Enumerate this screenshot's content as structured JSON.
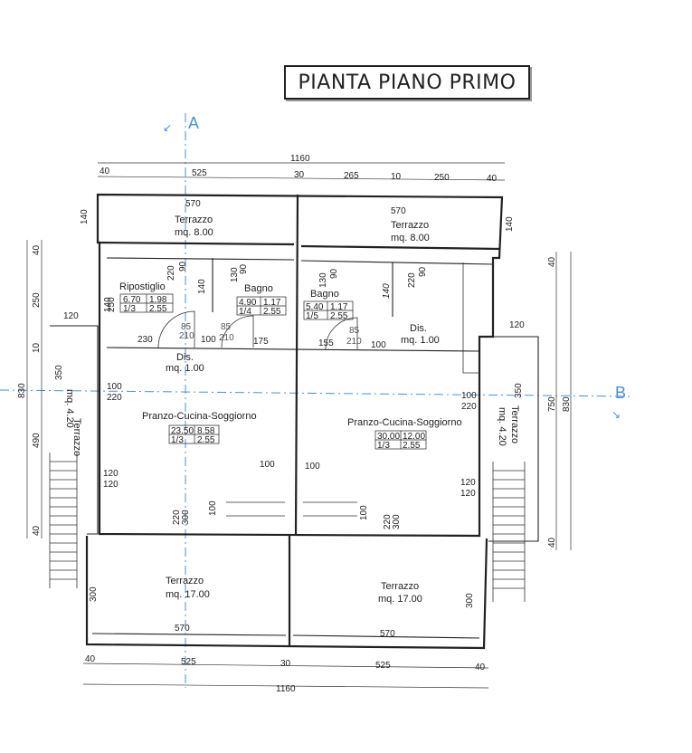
{
  "title": "PIANTA PIANO PRIMO",
  "sections": {
    "a": "A",
    "b": "B"
  },
  "overall_width": "1160",
  "overall_height": "830",
  "top_dims": [
    "40",
    "525",
    "30",
    "265",
    "10",
    "250",
    "40"
  ],
  "bottom_dims": [
    "40",
    "525",
    "30",
    "525",
    "40"
  ],
  "left_dims": [
    "40",
    "250",
    "10",
    "490",
    "40"
  ],
  "right_dims": [
    "40",
    "750",
    "40"
  ],
  "rooms": {
    "terrazzo_top_left": {
      "name": "Terrazzo",
      "area": "mq. 8.00",
      "width": "570",
      "depth": "140"
    },
    "terrazzo_top_right": {
      "name": "Terrazzo",
      "area": "mq. 8.00",
      "width": "570",
      "depth": "140"
    },
    "ripostiglio": {
      "name": "Ripostiglio",
      "t1": "6.70",
      "t2": "1.98",
      "t3": "1/3",
      "t4": "2.55",
      "w": "250",
      "d": "140"
    },
    "bagno_left": {
      "name": "Bagno",
      "t1": "4.90",
      "t2": "1.17",
      "t3": "1/4",
      "t4": "2.55"
    },
    "bagno_right": {
      "name": "Bagno",
      "t1": "5.40",
      "t2": "1.17",
      "t3": "1/5",
      "t4": "2.55",
      "d": "140"
    },
    "dis_left": {
      "name": "Dis.",
      "area": "mq. 1.00"
    },
    "dis_right": {
      "name": "Dis.",
      "area": "mq. 1.00"
    },
    "pcs_left": {
      "name": "Pranzo-Cucina-Soggiorno",
      "t1": "23.50",
      "t2": "8.58",
      "t3": "1/3",
      "t4": "2.55"
    },
    "pcs_right": {
      "name": "Pranzo-Cucina-Soggiorno",
      "t1": "30.00",
      "t2": "12.00",
      "t3": "1/3",
      "t4": "2.55"
    },
    "terrazzo_side_left": {
      "name": "Terrazzo",
      "area": "mq. 4.20",
      "depth": "350"
    },
    "terrazzo_side_right": {
      "name": "Terrazzo",
      "area": "mq. 4.20",
      "depth": "350"
    },
    "terrazzo_bottom_left": {
      "name": "Terrazzo",
      "area": "mq. 17.00",
      "width": "570",
      "depth": "300"
    },
    "terrazzo_bottom_right": {
      "name": "Terrazzo",
      "area": "mq. 17.00",
      "width": "570",
      "depth": "300"
    }
  },
  "openings": {
    "d90_220": [
      "90",
      "220"
    ],
    "d90_130": [
      "90",
      "130"
    ],
    "d85_210": [
      "85",
      "210"
    ],
    "d100_220": [
      "100",
      "220"
    ],
    "d120_120": [
      "120",
      "120"
    ],
    "d300_220": [
      "300",
      "220"
    ],
    "d100": "100",
    "d230": "230",
    "d175": "175",
    "d155": "155",
    "d120": "120",
    "d140": "140"
  }
}
